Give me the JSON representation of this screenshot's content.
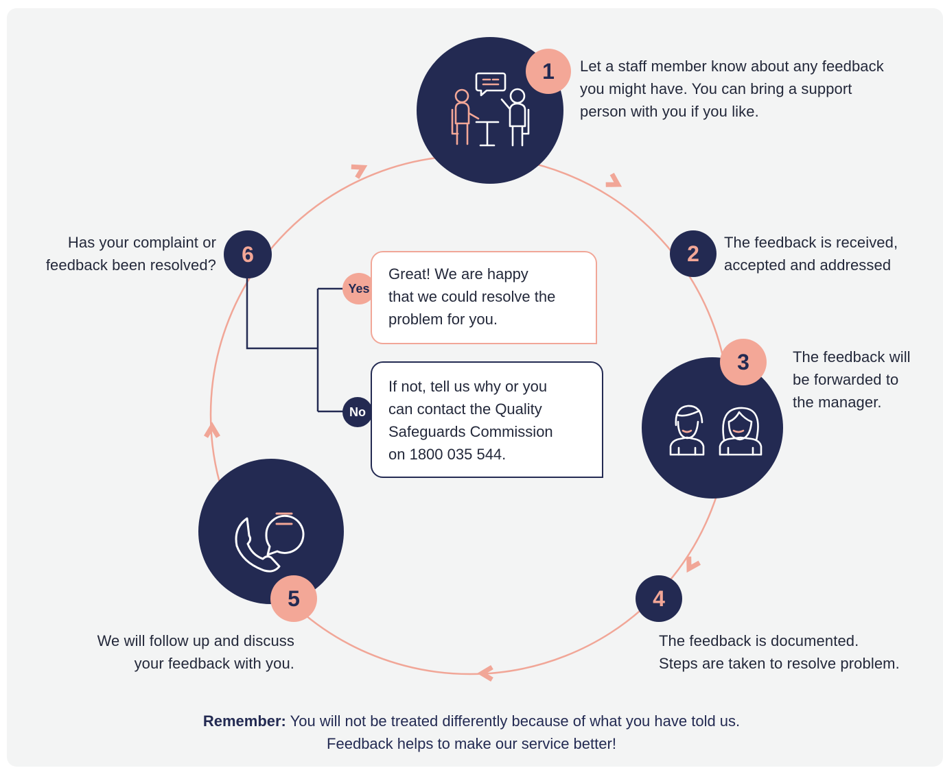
{
  "steps": [
    {
      "number": "1",
      "lines": [
        "Let a staff member know about any feedback",
        "you might have. You can bring a support",
        "person with you if you like."
      ]
    },
    {
      "number": "2",
      "lines": [
        "The feedback is received,",
        "accepted and addressed"
      ]
    },
    {
      "number": "3",
      "lines": [
        "The feedback will",
        "be forwarded to",
        "the manager."
      ]
    },
    {
      "number": "4",
      "lines": [
        "The feedback is documented.",
        "Steps are taken to resolve problem."
      ]
    },
    {
      "number": "5",
      "lines": [
        "We will follow up and discuss",
        "your feedback with you."
      ]
    },
    {
      "number": "6",
      "lines": [
        "Has your complaint or",
        "feedback been resolved?"
      ]
    }
  ],
  "branches": {
    "yes": {
      "tag": "Yes",
      "lines": [
        "Great! We are happy",
        "that we could resolve the",
        "problem for you."
      ]
    },
    "no": {
      "tag": "No",
      "lines": [
        "If not, tell us why or you",
        "can contact the Quality",
        "Safeguards Commission",
        "on 1800 035 544."
      ]
    }
  },
  "footer": {
    "label": "Remember:",
    "line1": " You will not be treated differently because of what you have told us.",
    "line2": "Feedback helps to make our service better!"
  },
  "icons": [
    "meeting-icon",
    "staff-pair-icon",
    "phone-chat-icon",
    "arrow-chevron-icon"
  ],
  "colors": {
    "navy": "#232a52",
    "pink": "#f3a797",
    "background": "#f3f4f4"
  }
}
